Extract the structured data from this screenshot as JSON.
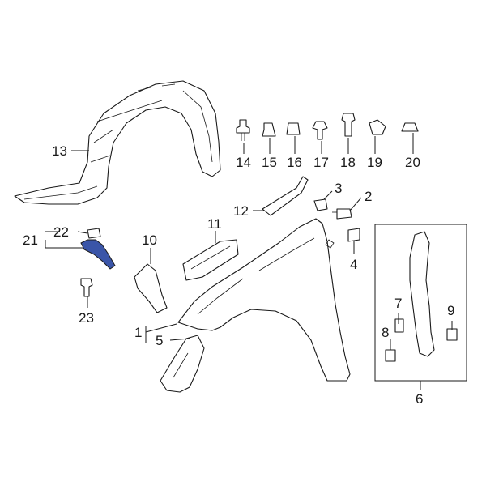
{
  "colors": {
    "line": "#1a1a1a",
    "highlight": "#3a55a8",
    "background": "#ffffff"
  },
  "callouts": {
    "c1": "1",
    "c2": "2",
    "c3": "3",
    "c4": "4",
    "c5": "5",
    "c6": "6",
    "c7": "7",
    "c8": "8",
    "c9": "9",
    "c10": "10",
    "c11": "11",
    "c12": "12",
    "c13": "13",
    "c14": "14",
    "c15": "15",
    "c16": "16",
    "c17": "17",
    "c18": "18",
    "c19": "19",
    "c20": "20",
    "c21": "21",
    "c22": "22",
    "c23": "23"
  },
  "highlighted_part": "21"
}
